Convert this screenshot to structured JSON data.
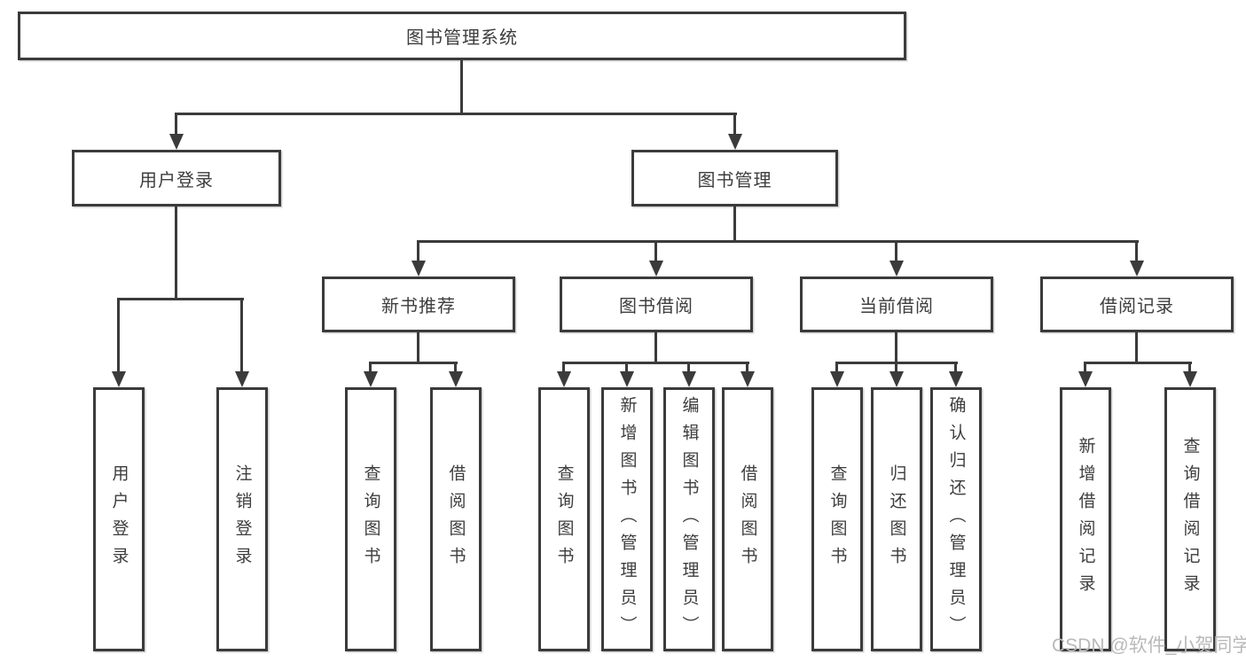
{
  "diagram": {
    "root": "图书管理系统",
    "level1": [
      "用户登录",
      "图书管理"
    ],
    "level2": [
      "新书推荐",
      "图书借阅",
      "当前借阅",
      "借阅记录"
    ],
    "leaves": {
      "user_login": [
        "用户登录",
        "注销登录"
      ],
      "new_book_recommend": [
        "查询图书",
        "借阅图书"
      ],
      "book_borrow": [
        "查询图书",
        "新增图书（管理员）",
        "编辑图书（管理员）",
        "借阅图书"
      ],
      "current_borrow": [
        "查询图书",
        "归还图书",
        "确认归还（管理员）"
      ],
      "borrow_records": [
        "新增借阅记录",
        "查询借阅记录"
      ]
    }
  },
  "watermark": "CSDN @软件_小贺同学",
  "colors": {
    "line": "#3b3b3b",
    "text": "#3d3d3d",
    "watermark": "#b9b9b9",
    "background": "#ffffff"
  }
}
